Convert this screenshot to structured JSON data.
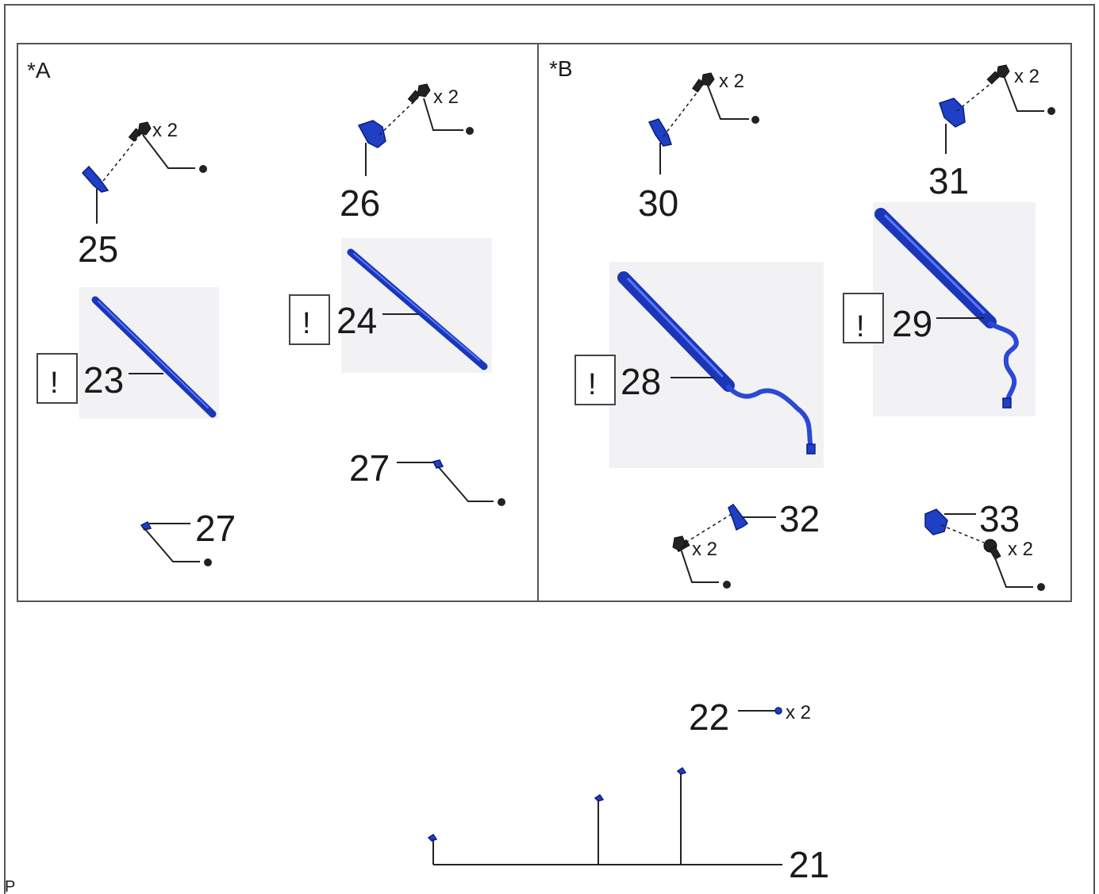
{
  "panels": {
    "a_tag": "*A",
    "b_tag": "*B"
  },
  "callouts": {
    "c21": "21",
    "c22": "22",
    "c23": "23",
    "c24": "24",
    "c25": "25",
    "c26": "26",
    "c27a": "27",
    "c27b": "27",
    "c28": "28",
    "c29": "29",
    "c30": "30",
    "c31": "31",
    "c32": "32",
    "c33": "33"
  },
  "quantity_label": "x 2",
  "warning_symbol": "!",
  "corner_mark": "P",
  "colors": {
    "part_blue": "#1f3fc4",
    "line_dark": "#222222"
  }
}
